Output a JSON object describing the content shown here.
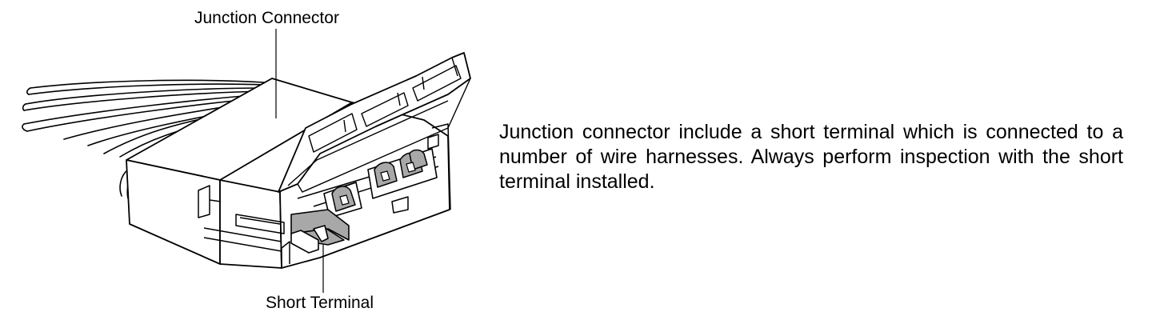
{
  "figure": {
    "label_junction_connector": "Junction Connector",
    "label_short_terminal": "Short Terminal",
    "line_color": "#000000",
    "terminal_fill": "#a8a8a8"
  },
  "description": {
    "text": "Junction connector include a short terminal which is connected to a number of wire harnesses. Always perform inspection with the short terminal installed."
  }
}
